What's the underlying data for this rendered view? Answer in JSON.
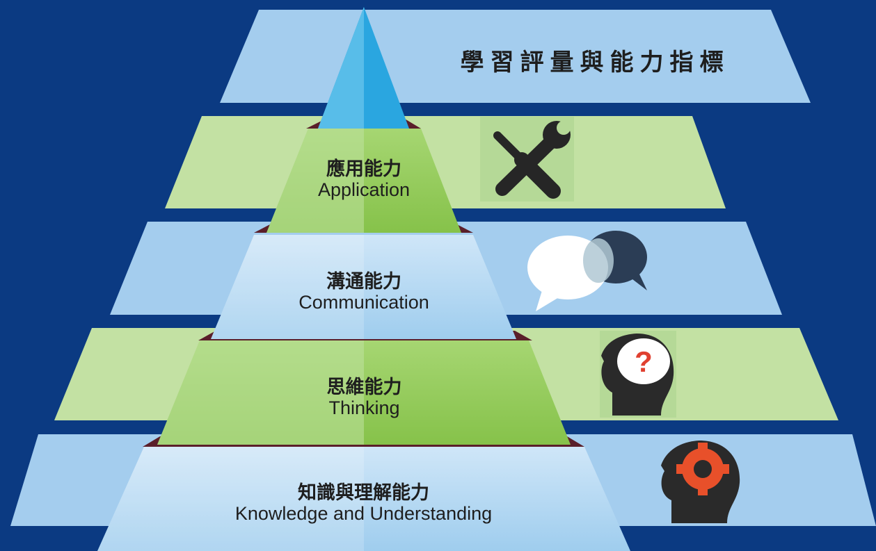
{
  "title": "學習評量與能力指標",
  "levels": [
    {
      "zh": "應用能力",
      "en": "Application",
      "icon": "tools-icon"
    },
    {
      "zh": "溝通能力",
      "en": "Communication",
      "icon": "speech-bubbles-icon"
    },
    {
      "zh": "思維能力",
      "en": "Thinking",
      "icon": "head-question-icon"
    },
    {
      "zh": "知識與理解能力",
      "en": "Knowledge and Understanding",
      "icon": "head-gear-icon"
    }
  ],
  "colors": {
    "background": "#0b3a82",
    "blue_band": "#a4cdee",
    "green_band": "#bfe0a0",
    "pyramid_blue": "#a8d3f0",
    "pyramid_green": "#8fc850",
    "apex": "#2a9ed8",
    "question_mark": "#e04030",
    "gear": "#e8502a"
  }
}
